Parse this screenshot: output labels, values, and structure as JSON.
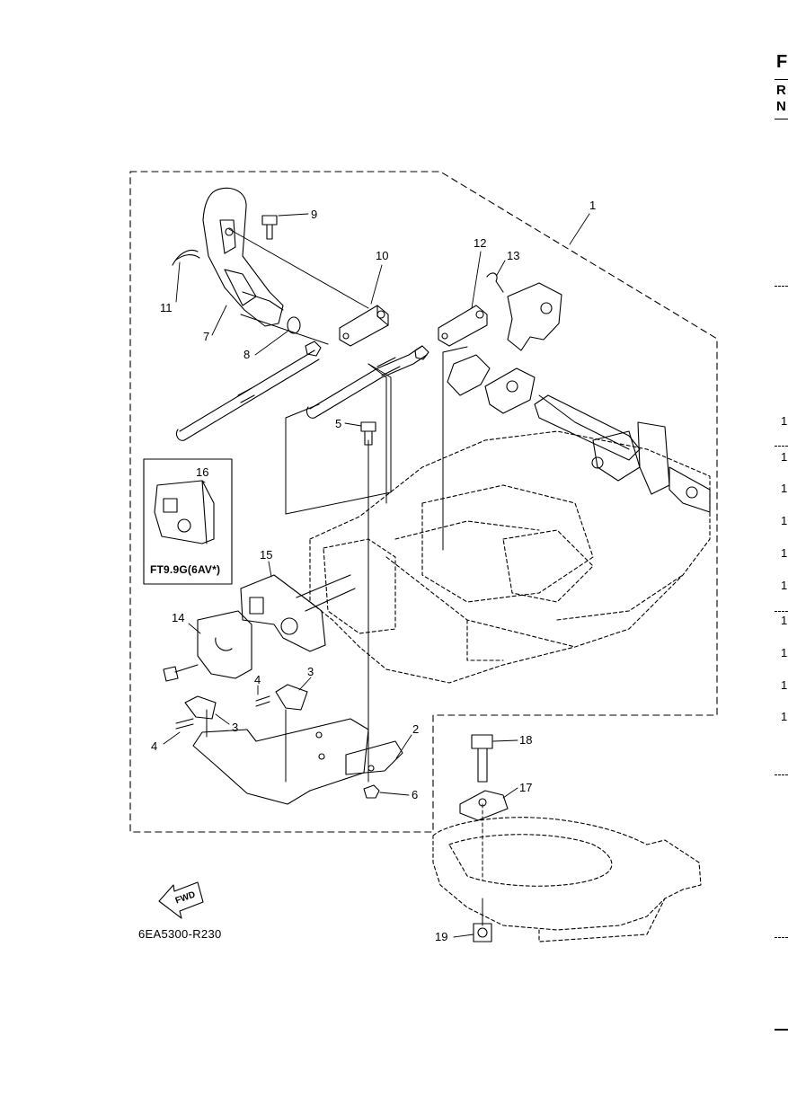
{
  "diagram": {
    "callouts": [
      "1",
      "2",
      "3",
      "3",
      "4",
      "4",
      "5",
      "6",
      "7",
      "8",
      "9",
      "10",
      "11",
      "12",
      "13",
      "14",
      "15",
      "16",
      "17",
      "18",
      "19"
    ],
    "inset_model": "FT9.9G(6AV*)",
    "fwd_label": "FWD",
    "drawing_code": "6EA5300-R230"
  },
  "edge_fragments": {
    "top": [
      "F",
      "R",
      "N"
    ],
    "side": [
      "1",
      "1",
      "1",
      "1",
      "1",
      "1",
      "1",
      "1",
      "1",
      "1"
    ]
  }
}
